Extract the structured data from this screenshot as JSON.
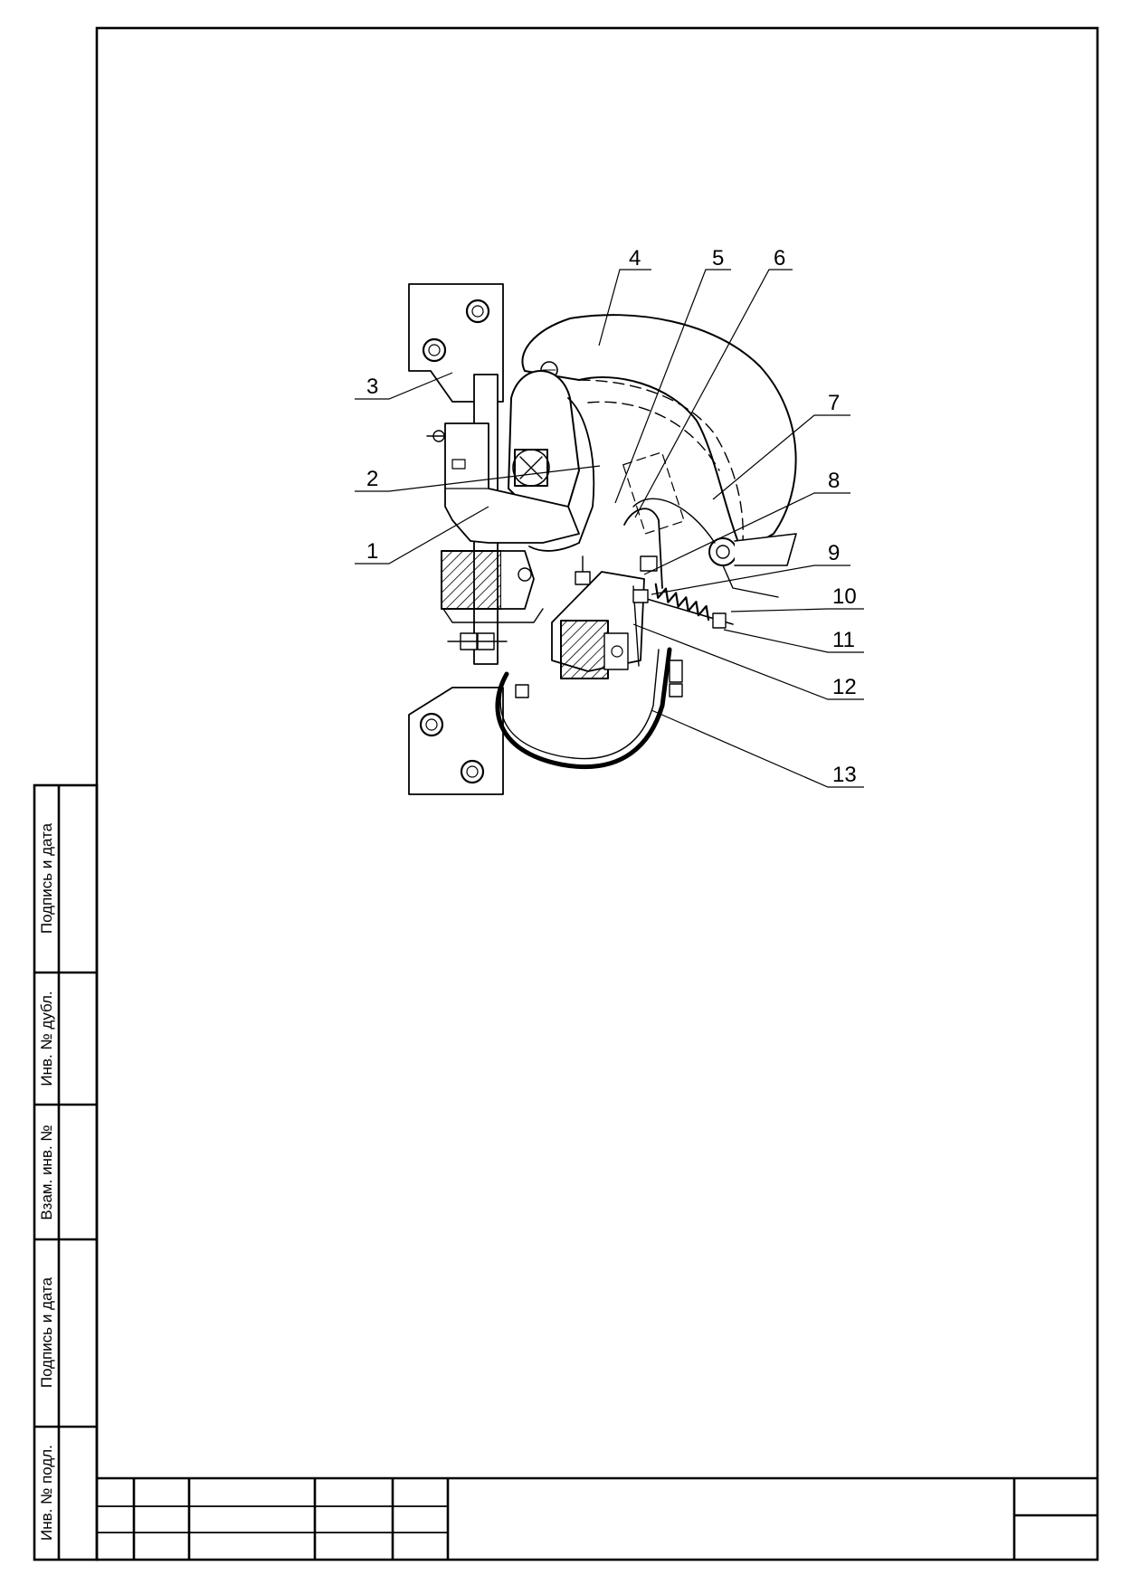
{
  "side_stamp": {
    "fields": [
      "Подпись и дата",
      "Инв. № дубл.",
      "Взам. инв. №",
      "Подпись и дата",
      "Инв. № подл."
    ]
  },
  "callouts": [
    "1",
    "2",
    "3",
    "4",
    "5",
    "6",
    "7",
    "8",
    "9",
    "10",
    "11",
    "12",
    "13"
  ]
}
